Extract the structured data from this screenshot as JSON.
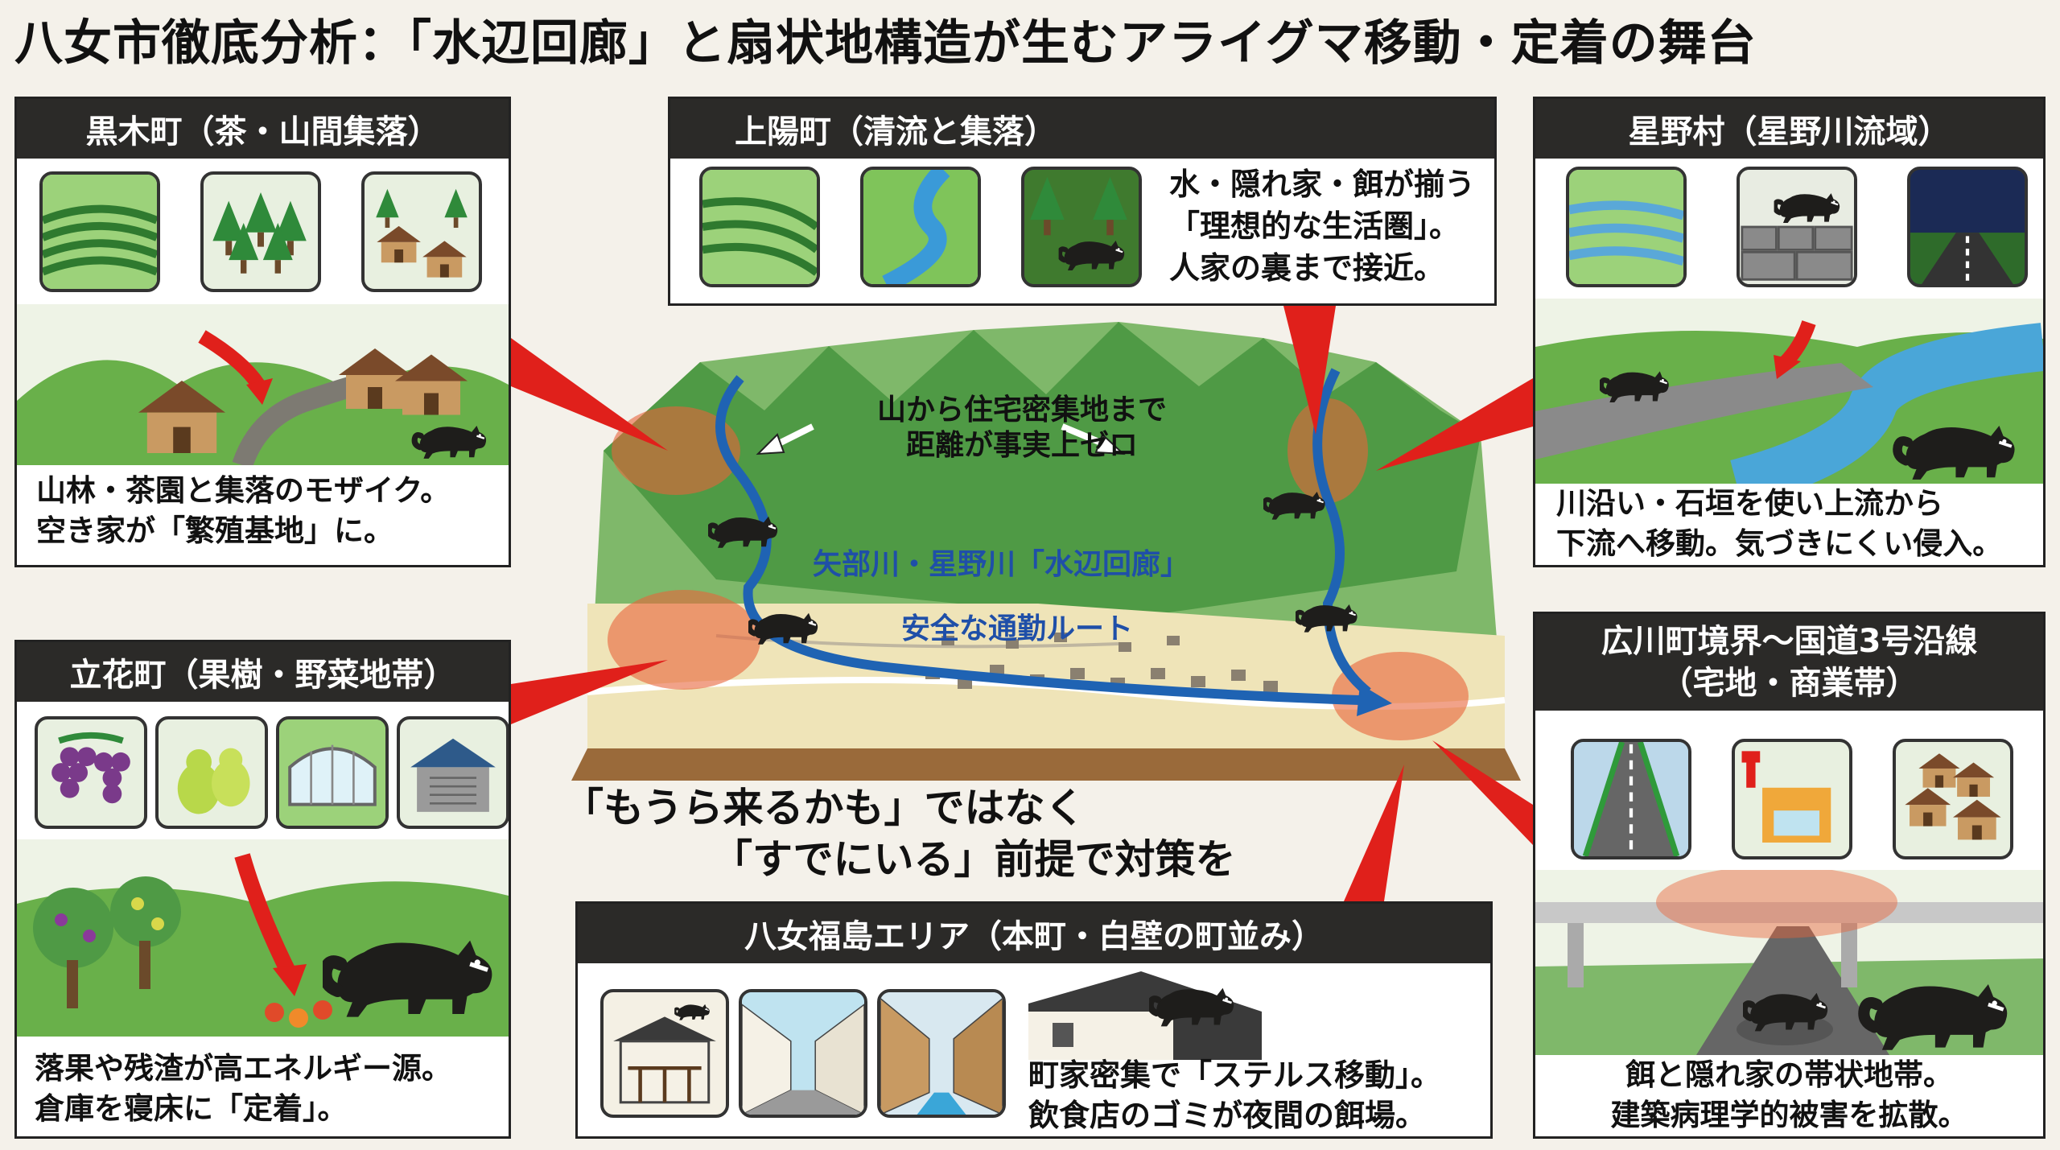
{
  "title": "八女市徹底分析：「水辺回廊」と扇状地構造が生むアライグマ移動・定着の舞台",
  "panels": {
    "kurogi": {
      "heading": "黒木町（茶・山間集落）",
      "caption": [
        "山林・茶園と集落のモザイク。",
        "空き家が「繁殖基地」に。"
      ]
    },
    "joyo": {
      "heading": "上陽町（清流と集落）",
      "caption": [
        "水・隠れ家・餌が揃う",
        "「理想的な生活圏」。",
        "人家の裏まで接近。"
      ]
    },
    "hoshino": {
      "heading": "星野村（星野川流域）",
      "caption": [
        "川沿い・石垣を使い上流から",
        "下流へ移動。気づきにくい侵入。"
      ]
    },
    "tachibana": {
      "heading": "立花町（果樹・野菜地帯）",
      "caption": [
        "落果や残渣が高エネルギー源。",
        "倉庫を寝床に「定着」。"
      ]
    },
    "hirokawa": {
      "heading_line1": "広川町境界〜国道3号沿線",
      "heading_line2": "（宅地・商業帯）",
      "caption": [
        "餌と隠れ家の帯状地帯。",
        "建築病理学的被害を拡散。"
      ]
    },
    "fukushima": {
      "heading": "八女福島エリア（本町・白壁の町並み）",
      "caption": [
        "町家密集で「ステルス移動」。",
        "飲食店のゴミが夜間の餌場。"
      ]
    }
  },
  "map": {
    "mountain_note": [
      "山から住宅密集地まで",
      "距離が事実上ゼロ"
    ],
    "river_label": "矢部川・星野川「水辺回廊」",
    "route_label": "安全な通勤ルート"
  },
  "message": [
    "「もうら来るかも」ではなく",
    "「すでにいる」前提で対策を"
  ],
  "colors": {
    "header": "#2b2a28",
    "river": "#1f63b3",
    "arrow": "#e0201b",
    "hotspot": "#e8643a",
    "grass": "#5aa33a"
  },
  "icons": [
    "tea-field-icon",
    "forest-icon",
    "village-icon",
    "terraced-field-icon",
    "river-icon",
    "forest-raccoon-icon",
    "rice-terrace-icon",
    "stone-wall-raccoon-icon",
    "night-road-icon",
    "grape-icon",
    "pear-icon",
    "greenhouse-icon",
    "warehouse-icon",
    "highway-icon",
    "shop-icon",
    "houses-icon",
    "machiya-icon",
    "street-icon",
    "canal-street-icon"
  ]
}
